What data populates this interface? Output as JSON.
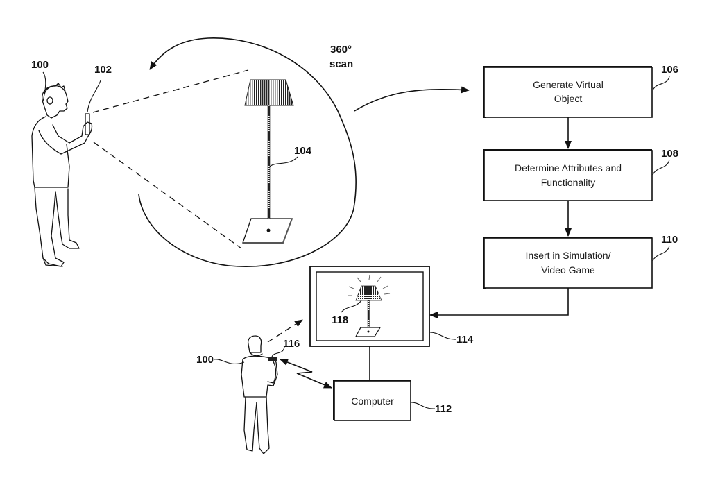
{
  "diagram": {
    "title": "Virtual object generation from 360 degree scan",
    "scan_label_line1": "360°",
    "scan_label_line2": "scan",
    "reference_numerals": {
      "user_top": "100",
      "device": "102",
      "lamp": "104",
      "step_generate": "106",
      "step_attributes": "108",
      "step_insert": "110",
      "computer": "112",
      "display": "114",
      "controller": "116",
      "virtual_lamp": "118",
      "user_bottom": "100"
    },
    "flow_steps": [
      {
        "id": "106",
        "line1": "Generate Virtual",
        "line2": "Object"
      },
      {
        "id": "108",
        "line1": "Determine Attributes and",
        "line2": "Functionality"
      },
      {
        "id": "110",
        "line1": "Insert in Simulation/",
        "line2": "Video Game"
      }
    ],
    "computer_label": "Computer",
    "edges": [
      {
        "from": "scan",
        "to": "106"
      },
      {
        "from": "106",
        "to": "108"
      },
      {
        "from": "108",
        "to": "110"
      },
      {
        "from": "110",
        "to": "114"
      },
      {
        "from": "114",
        "to": "112"
      },
      {
        "from": "116",
        "to": "112",
        "type": "wireless-bidirectional"
      },
      {
        "from": "100",
        "to": "114",
        "type": "dashed-view"
      }
    ],
    "colors": {
      "ink": "#111111",
      "background": "#ffffff"
    }
  }
}
